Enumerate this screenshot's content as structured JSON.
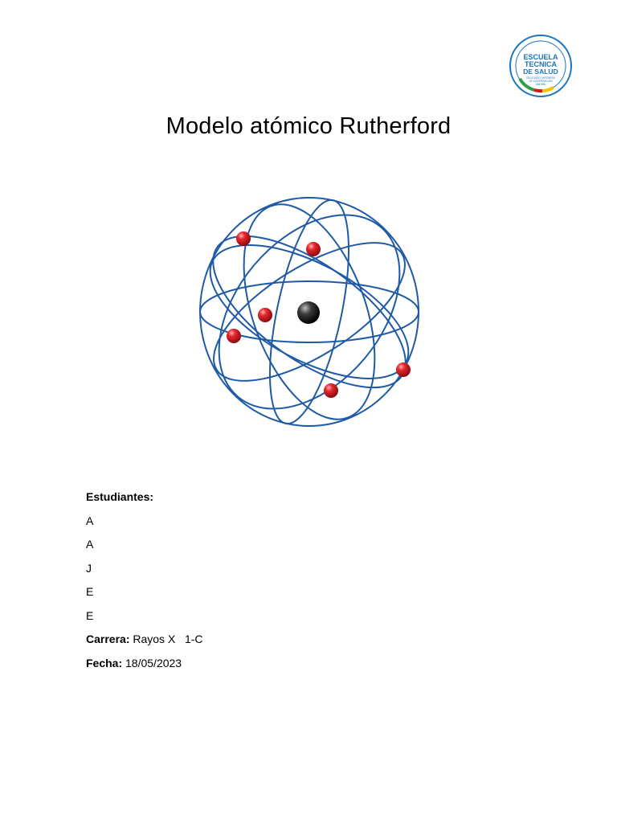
{
  "logo": {
    "line1": "ESCUELA",
    "line2": "TECNICA",
    "line3": "DE SALUD",
    "subtitle1": "DELEGADO JAPONESA",
    "subtitle2": "DE COOPERACION",
    "subtitle3": "ANDINA",
    "colors": {
      "ring": "#1b75bc",
      "text": "#1b75bc"
    }
  },
  "document": {
    "title": "Modelo atómico Rutherford"
  },
  "atom": {
    "orbit_color": "#1f5aa6",
    "electron_color": "#d0171f",
    "nucleus_color": "#1a1a1a"
  },
  "info": {
    "students_label": "Estudiantes:",
    "students": [
      "A",
      "A",
      "J",
      "E",
      "E"
    ],
    "career_label": "Carrera:",
    "career_value": " Rayos X   1-C",
    "date_label": "Fecha:",
    "date_value": " 18/05/2023"
  }
}
